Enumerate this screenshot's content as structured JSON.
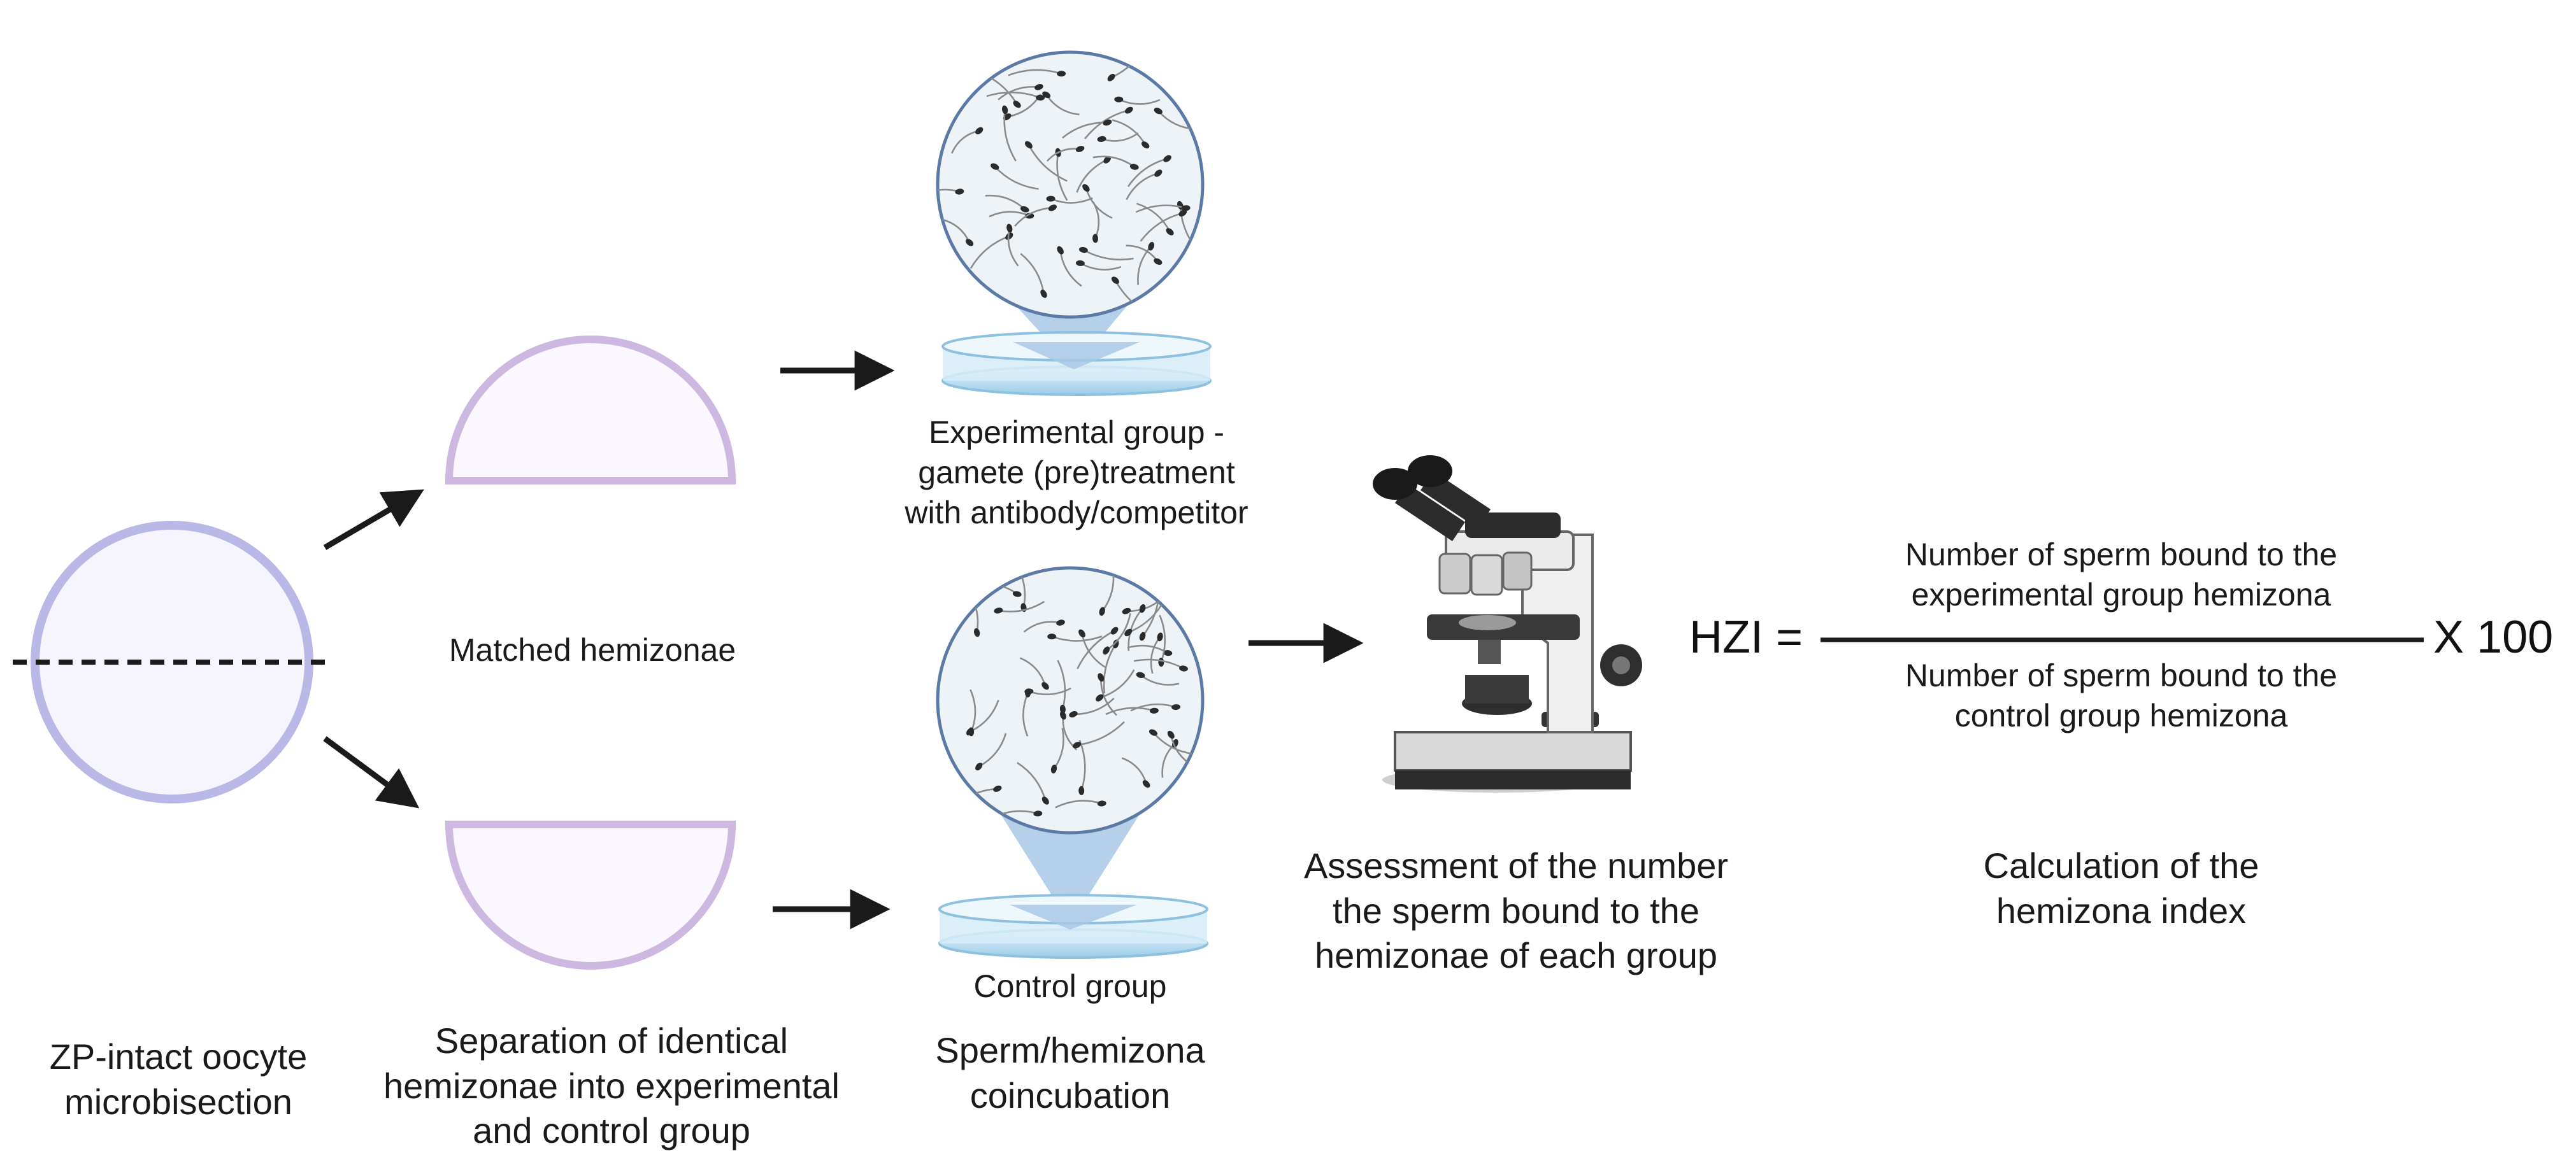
{
  "labels": {
    "matched_hemizonae": "Matched hemizonae",
    "experimental_group": "Experimental group -\ngamete (pre)treatment\nwith antibody/competitor",
    "control_group": "Control group",
    "assessment": "Assessment of the number\nthe sperm bound to the\nhemizonae of each group",
    "calculation": "Calculation of the\nhemizona index"
  },
  "steps": {
    "step1": "ZP-intact oocyte\nmicrobisection",
    "step2": "Separation of identical\nhemizonae into experimental\nand control group",
    "step3": "Sperm/hemizona\ncoincubation"
  },
  "formula": {
    "lhs": "HZI =",
    "numerator": "Number of sperm bound to the\nexperimental group hemizona",
    "denominator": "Number of sperm bound to the\ncontrol group hemizona",
    "multiplier": "X 100"
  },
  "colors": {
    "oocyte_stroke": "#b9b8e6",
    "oocyte_fill": "#f6f5fd",
    "hemizona_stroke": "#cdb8e2",
    "hemizona_fill": "#fbf7ff",
    "dish_blue": "#aad6ee",
    "magnifier_stroke": "#5b7aa6",
    "magnifier_fill": "#eef3f8",
    "arrow": "#1a1a1a"
  }
}
